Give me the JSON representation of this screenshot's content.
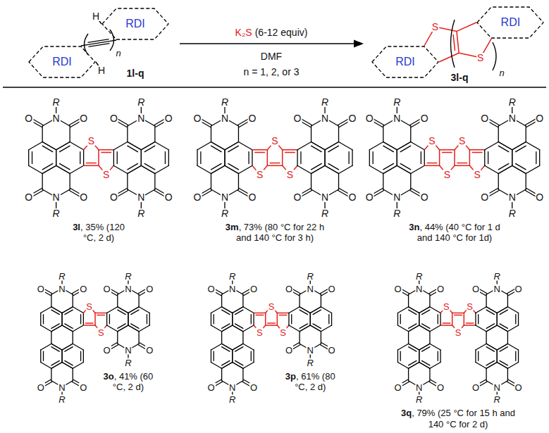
{
  "diagram": {
    "nodes": [
      {
        "text": [
          "RDI"
        ]
      },
      {
        "text": [
          "RDI"
        ]
      },
      {
        "text": [
          "RDI"
        ]
      },
      {
        "text": [
          "RDI"
        ]
      }
    ],
    "labels": [
      "H",
      "H",
      "n",
      "1l-q",
      "K₂S",
      "(6-12 equiv)",
      "DMF",
      "n = 1, 2, or 3",
      "S",
      "S",
      "n",
      "3l-q",
      "R",
      "N",
      "O",
      "O",
      "O",
      "O",
      "N",
      "R",
      "S",
      "S",
      "R",
      "N",
      "O",
      "O",
      "O",
      "O",
      "N",
      "R",
      "3l",
      ", 35% (120 °C, 2 d)",
      "R",
      "N",
      "O",
      "O",
      "O",
      "O",
      "N",
      "R",
      "S",
      "S",
      "S",
      "R",
      "N",
      "O",
      "O",
      "O",
      "O",
      "N",
      "R",
      "3m",
      ", 73% (80 °C for 22 h and 140 °C for 3 h)",
      "R",
      "N",
      "O",
      "O",
      "O",
      "O",
      "N",
      "R",
      "S",
      "S",
      "S",
      "S",
      "R",
      "N",
      "O",
      "O",
      "O",
      "O",
      "N",
      "R",
      "3n",
      ", 44% (40 °C for 1 d and 140 °C for 1d)",
      "R",
      "N",
      "O",
      "O",
      "O",
      "O",
      "N",
      "R",
      "S",
      "S",
      "R",
      "N",
      "O",
      "O",
      "O",
      "O",
      "N",
      "R",
      "3o",
      ", 41% (60 °C, 2 d)",
      "R",
      "N",
      "O",
      "O",
      "O",
      "O",
      "N",
      "R",
      "S",
      "S",
      "S",
      "R",
      "N",
      "O",
      "O",
      "O",
      "O",
      "N",
      "R",
      "3p",
      ", 61% (80 °C, 2 d)",
      "R",
      "N",
      "O",
      "O",
      "O",
      "O",
      "N",
      "R",
      "S",
      "S",
      "S",
      "R",
      "N",
      "O",
      "O",
      "O",
      "O",
      "N",
      "R",
      "3q",
      ", 79% (25 °C for 15 h and 140 °C for 2 d)"
    ]
  }
}
